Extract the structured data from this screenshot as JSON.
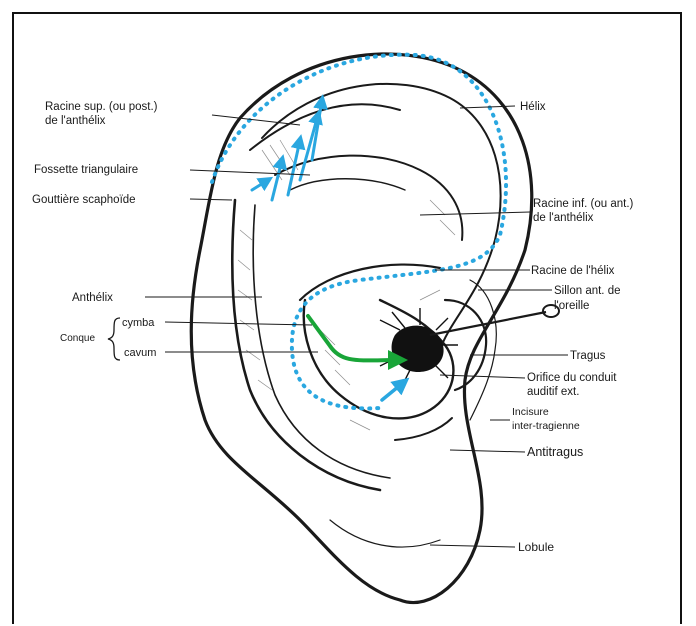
{
  "figure": {
    "labels_right": {
      "helix": "Hélix",
      "racine_inf_1": "Racine inf. (ou ant.)",
      "racine_inf_2": "de l'anthélix",
      "racine_helix": "Racine de l'hélix",
      "sillon_1": "Sillon ant. de",
      "sillon_2": "l'oreille",
      "tragus": "Tragus",
      "orifice_1": "Orifice du conduit",
      "orifice_2": "auditif ext.",
      "incisure_1": "Incisure",
      "incisure_2": "inter-tragienne",
      "antitragus": "Antitragus",
      "lobule": "Lobule"
    },
    "labels_left": {
      "racine_sup_1": "Racine sup. (ou post.)",
      "racine_sup_2": "de l'anthélix",
      "fossette": "Fossette triangulaire",
      "gouttiere": "Gouttière scaphoïde",
      "anthelix": "Anthélix",
      "conque": "Conque",
      "cymba": "cymba",
      "cavum": "cavum"
    },
    "colors": {
      "ink": "#1a1a1a",
      "blue_marker": "#2aa7e0",
      "green_marker": "#19a538"
    }
  }
}
